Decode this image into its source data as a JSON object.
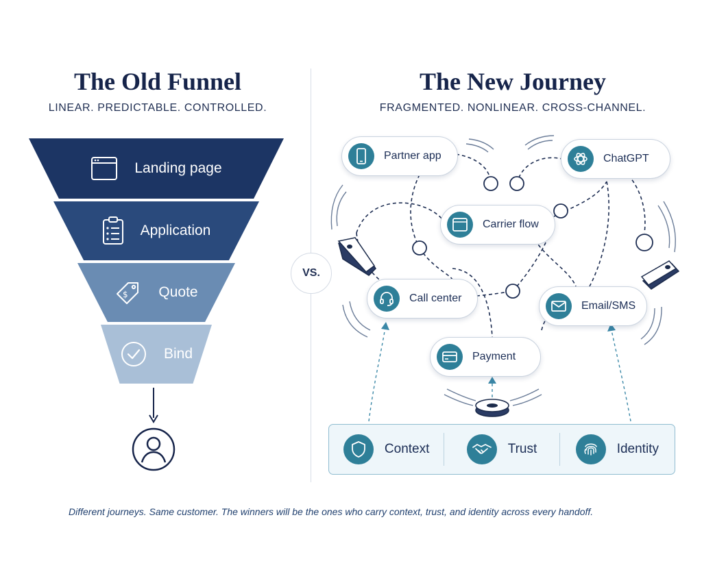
{
  "old_funnel": {
    "title": "The Old Funnel",
    "subtitle": "LINEAR. PREDICTABLE. CONTROLLED.",
    "stages": [
      {
        "label": "Landing page",
        "icon": "browser-window-icon",
        "color": "#1c3564"
      },
      {
        "label": "Application",
        "icon": "clipboard-checklist-icon",
        "color": "#2a4a7c"
      },
      {
        "label": "Quote",
        "icon": "price-tag-icon",
        "color": "#6a8cb3"
      },
      {
        "label": "Bind",
        "icon": "check-circle-icon",
        "color": "#a9bfd7"
      }
    ],
    "end_icon": "customer-icon"
  },
  "versus_label": "VS.",
  "new_journey": {
    "title": "The New Journey",
    "subtitle": "FRAGMENTED. NONLINEAR. CROSS-CHANNEL.",
    "touchpoints": [
      {
        "label": "Partner app",
        "icon": "smartphone-icon"
      },
      {
        "label": "ChatGPT",
        "icon": "chatgpt-logo-icon"
      },
      {
        "label": "Carrier flow",
        "icon": "browser-window-icon"
      },
      {
        "label": "Call center",
        "icon": "headset-icon"
      },
      {
        "label": "Email/SMS",
        "icon": "envelope-icon"
      },
      {
        "label": "Payment",
        "icon": "credit-card-icon"
      }
    ],
    "pillars": [
      {
        "label": "Context",
        "icon": "shield-icon"
      },
      {
        "label": "Trust",
        "icon": "handshake-icon"
      },
      {
        "label": "Identity",
        "icon": "fingerprint-icon"
      }
    ]
  },
  "caption": "Different journeys.  Same customer. The winners will be the ones who carry context, trust, and identity across every handoff.",
  "colors": {
    "navy": "#16244a",
    "teal": "#2e7f98",
    "light_blue_border": "#8fbcd0",
    "pillar_background": "#eef6fa"
  }
}
